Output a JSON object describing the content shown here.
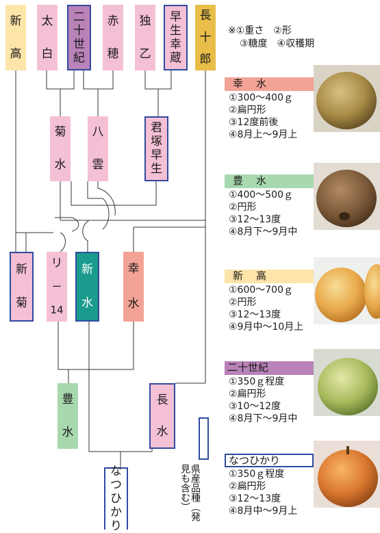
{
  "colors": {
    "pink": "#f4c0d6",
    "purple": "#b982b8",
    "beige": "#fde4a8",
    "gold": "#e8bd48",
    "teal": "#1a9b8e",
    "salmon": "#f2a395",
    "green": "#a8d9ae",
    "outline": "#2f4a9e"
  },
  "tree": {
    "top": [
      "新",
      "高",
      "太",
      "白",
      "二",
      "十",
      "世",
      "紀",
      "赤",
      "穂",
      "独",
      "乙",
      "早",
      "生",
      "幸",
      "蔵",
      "長",
      "十",
      "郎"
    ],
    "mid": [
      "菊",
      "水",
      "八",
      "雲",
      "君",
      "塚",
      "早",
      "生"
    ],
    "row3": [
      "新",
      "菊",
      "リ",
      "ー",
      "14",
      "新",
      "水",
      "幸",
      "水"
    ],
    "row4": [
      "豊",
      "水",
      "長",
      "水"
    ],
    "bottom": [
      "な",
      "つ",
      "ひ",
      "か",
      "り"
    ]
  },
  "notes": {
    "line1": "※①重さ　②形",
    "line2": "③糖度　④収穫期"
  },
  "varieties": [
    {
      "name": "幸　水",
      "props": [
        "①300〜400ｇ",
        "②扁円形",
        "③12度前後",
        "④8月上〜9月上"
      ],
      "photo_icon": "pear-photo-icon"
    },
    {
      "name": "豊　水",
      "props": [
        "①400〜500ｇ",
        "②円形",
        "③12〜13度",
        "④8月下〜9月中"
      ],
      "photo_icon": "pear-photo-icon"
    },
    {
      "name": "新　高",
      "props": [
        "①600〜700ｇ",
        "②円形",
        "③12〜13度",
        "④9月中〜10月上"
      ],
      "photo_icon": "pear-photo-icon"
    },
    {
      "name": "二十世紀",
      "props": [
        "①350ｇ程度",
        "②扁円形",
        "③10〜12度",
        "④8月下〜9月中"
      ],
      "photo_icon": "pear-photo-icon"
    },
    {
      "name": "なつひかり",
      "props": [
        "①350ｇ程度",
        "②扁円形",
        "③12〜13度",
        "④8月中〜9月上"
      ],
      "photo_icon": "pear-photo-icon"
    }
  ],
  "legend": {
    "text": "県産品種（発見も含む）"
  }
}
